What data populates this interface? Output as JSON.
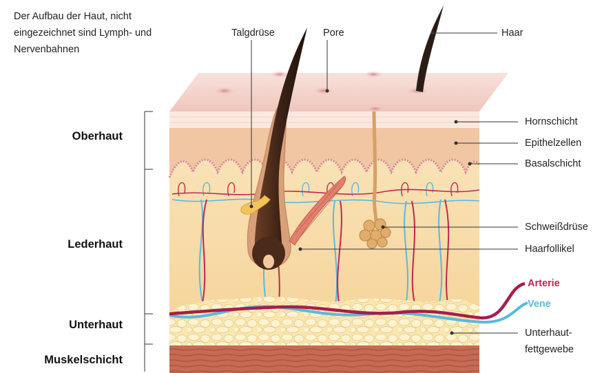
{
  "intro": {
    "line1": "Der Aufbau der Haut, nicht",
    "line2": "eingezeichnet sind Lymph- und",
    "line3": "Nervenbahnen"
  },
  "layers": {
    "oberhaut": "Oberhaut",
    "lederhaut": "Lederhaut",
    "unterhaut": "Unterhaut",
    "muskelschicht": "Muskelschicht"
  },
  "labels": {
    "talgdruese": "Talgdrüse",
    "pore": "Pore",
    "haar": "Haar",
    "hornschicht": "Hornschicht",
    "epithelzellen": "Epithelzellen",
    "basalschicht": "Basalschicht",
    "schweissdruese": "Schweißdrüse",
    "haarfollikel": "Haarfollikel",
    "arterie": "Arterie",
    "vene": "Vene",
    "unterhautfett_1": "Unterhaut-",
    "unterhautfett_2": "fettgewebe"
  },
  "colors": {
    "arterie": "#c0264f",
    "vene": "#5ab9dc",
    "skin_top": "#f4d2cb",
    "epidermis": "#eebc9c",
    "dermis": "#f8dcae",
    "fat": "#fbe3a8",
    "muscle": "#c96b55",
    "hair": "#3a2418"
  }
}
